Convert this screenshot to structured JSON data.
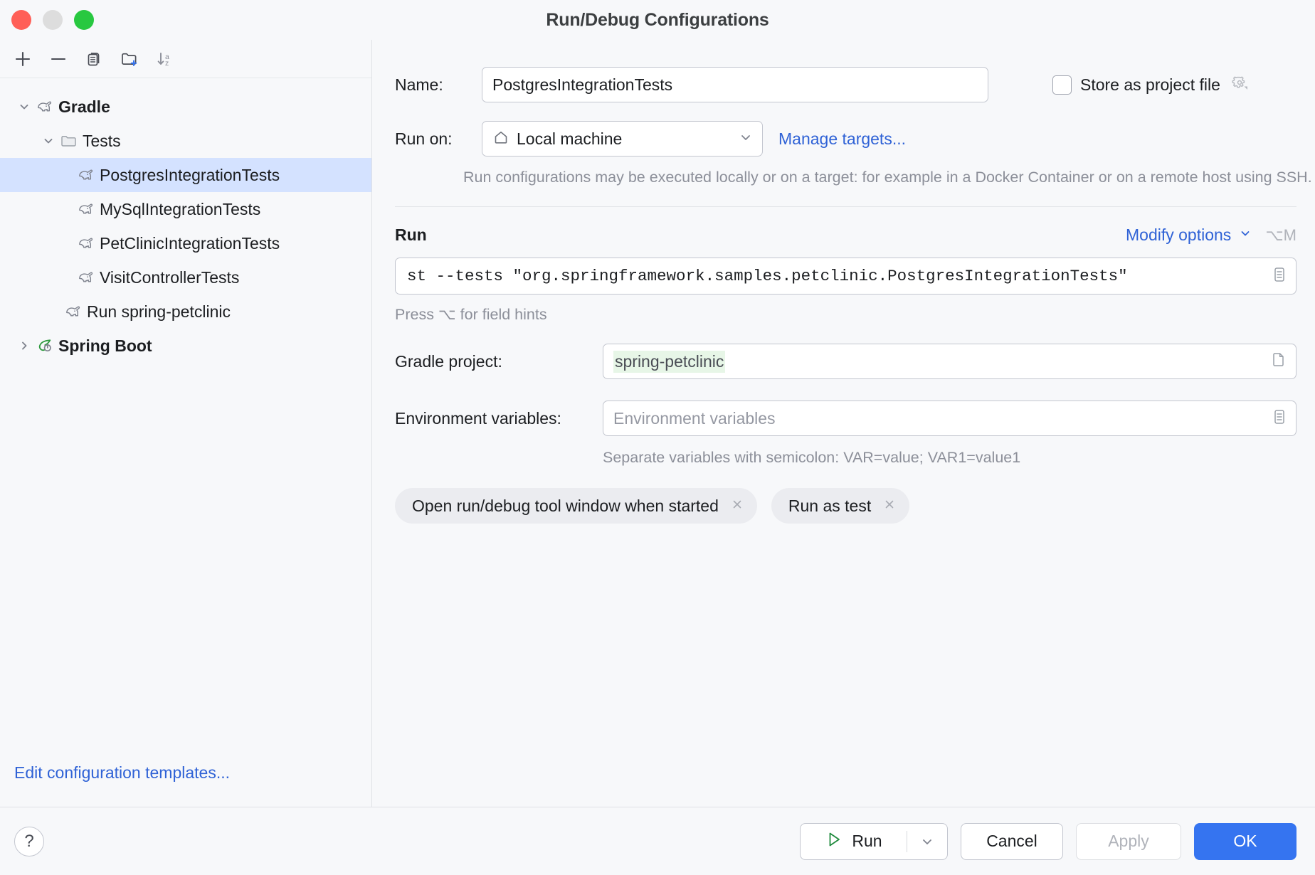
{
  "window": {
    "title": "Run/Debug Configurations",
    "traffic_lights": [
      "close",
      "minimize",
      "zoom"
    ]
  },
  "toolbar": {
    "buttons": [
      {
        "name": "add",
        "icon": "plus-icon"
      },
      {
        "name": "remove",
        "icon": "minus-icon"
      },
      {
        "name": "copy",
        "icon": "copy-icon"
      },
      {
        "name": "new-folder",
        "icon": "folder-add-icon"
      },
      {
        "name": "sort-alphabetically",
        "icon": "sort-az-icon"
      }
    ]
  },
  "tree": {
    "items": [
      {
        "label": "Gradle",
        "icon": "gradle-elephant-icon",
        "level": 0,
        "expanded": true,
        "bold": true,
        "selected": false
      },
      {
        "label": "Tests",
        "icon": "folder-icon",
        "level": 1,
        "expanded": true,
        "bold": false,
        "selected": false
      },
      {
        "label": "PostgresIntegrationTests",
        "icon": "gradle-elephant-icon",
        "level": 2,
        "bold": false,
        "selected": true
      },
      {
        "label": "MySqlIntegrationTests",
        "icon": "gradle-elephant-icon",
        "level": 2,
        "bold": false,
        "selected": false
      },
      {
        "label": "PetClinicIntegrationTests",
        "icon": "gradle-elephant-icon",
        "level": 2,
        "bold": false,
        "selected": false
      },
      {
        "label": "VisitControllerTests",
        "icon": "gradle-elephant-icon",
        "level": 2,
        "bold": false,
        "selected": false
      },
      {
        "label": "Run spring-petclinic",
        "icon": "gradle-elephant-icon",
        "level": 1,
        "bold": false,
        "selected": false
      },
      {
        "label": "Spring Boot",
        "icon": "spring-boot-leaf-icon",
        "level": 0,
        "expanded": false,
        "bold": true,
        "selected": false
      }
    ],
    "edit_templates_link": "Edit configuration templates..."
  },
  "form": {
    "name_label": "Name:",
    "name_value": "PostgresIntegrationTests",
    "store_as_project_file_label": "Store as project file",
    "store_as_project_file_checked": false,
    "run_on_label": "Run on:",
    "run_on_value": "Local machine",
    "run_on_icon": "home-icon",
    "manage_targets_link": "Manage targets...",
    "run_on_help": "Run configurations may be executed locally or on a target: for example in a Docker Container or on a remote host using SSH.",
    "section_title": "Run",
    "modify_options_link": "Modify options",
    "modify_options_shortcut": "⌥M",
    "command_value": "st --tests \"org.springframework.samples.petclinic.PostgresIntegrationTests\"",
    "command_expand_icon": "expand-editor-icon",
    "press_hint": "Press ⌥ for field hints",
    "gradle_project_label": "Gradle project:",
    "gradle_project_value": "spring-petclinic",
    "gradle_project_browse_icon": "folder-browse-icon",
    "env_label": "Environment variables:",
    "env_placeholder": "Environment variables",
    "env_expand_icon": "expand-editor-icon",
    "env_hint": "Separate variables with semicolon: VAR=value; VAR1=value1",
    "chips": [
      {
        "label": "Open run/debug tool window when started",
        "remove_icon": "close-icon"
      },
      {
        "label": "Run as test",
        "remove_icon": "close-icon"
      }
    ]
  },
  "footer": {
    "help_label": "?",
    "run_label": "Run",
    "run_icon": "play-triangle-icon",
    "run_dropdown_icon": "chevron-down-icon",
    "cancel_label": "Cancel",
    "apply_label": "Apply",
    "apply_enabled": false,
    "ok_label": "OK"
  },
  "colors": {
    "accent_blue": "#3574f0",
    "link_blue": "#2f62d6",
    "selection_blue": "#d4e2ff",
    "spring_green": "#2e9a3e",
    "run_green": "#1e8a3c",
    "highlight_green": "#e7f6e7",
    "background": "#f7f8fa"
  }
}
